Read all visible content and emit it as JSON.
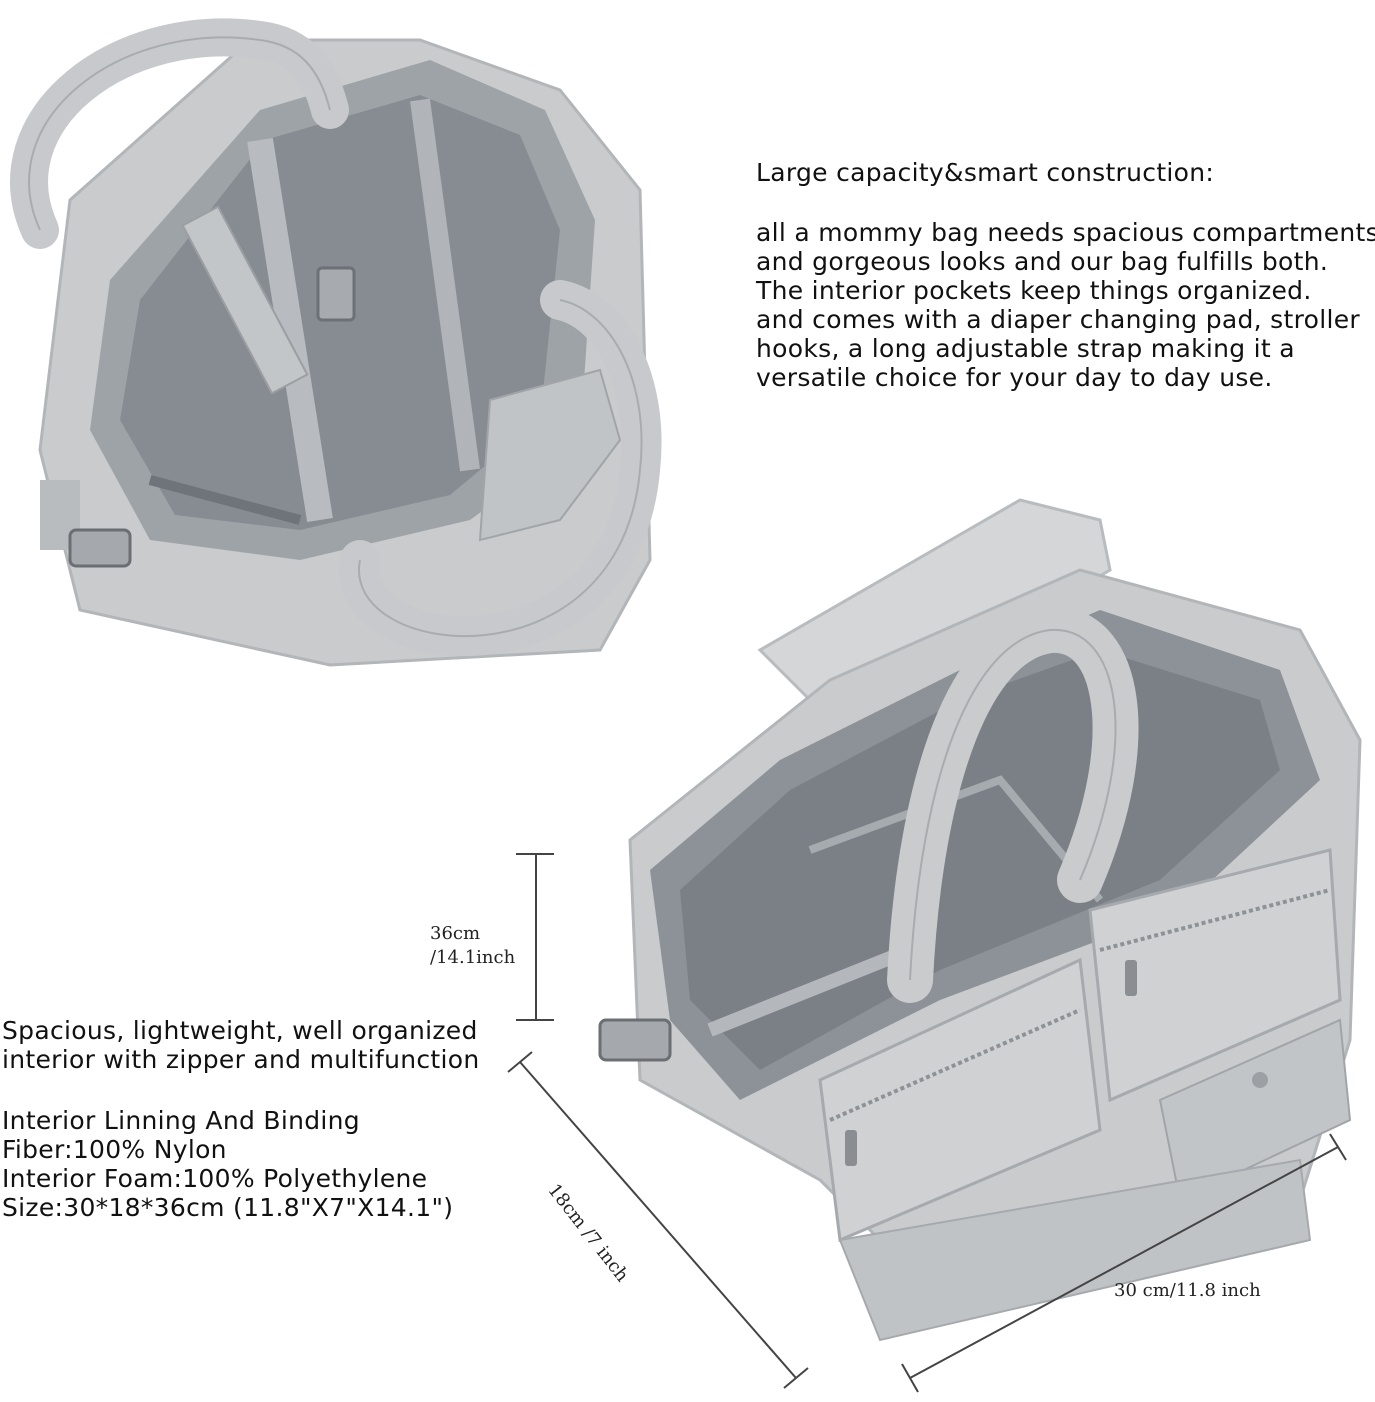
{
  "colors": {
    "bag": "#c9cbcd",
    "bag_shadow": "#a4a7aa",
    "lining": "#9ea3a8",
    "lining_dark": "#777c82",
    "text": "#111111"
  },
  "top_section": {
    "heading": "Large capacity&smart construction:",
    "body_lines": [
      "all a mommy bag needs spacious compartments",
      "and gorgeous looks and our bag fulfills both.",
      "The interior pockets keep things organized.",
      "and comes with a diaper changing pad, stroller",
      "hooks, a long adjustable strap making it a",
      "versatile choice for your day to day use."
    ]
  },
  "bottom_section": {
    "heading_lines": [
      "Spacious, lightweight, well organized",
      "interior with zipper and multifunction"
    ],
    "spec_lines": [
      "Interior Linning And Binding",
      "Fiber:100% Nylon",
      "Interior Foam:100% Polyethylene",
      "Size:30*18*36cm (11.8\"X7\"X14.1\")"
    ]
  },
  "dimensions": {
    "height_line1": "36cm",
    "height_line2": "/14.1inch",
    "depth": "18cm /7 inch",
    "width": "30 cm/11.8 inch"
  }
}
